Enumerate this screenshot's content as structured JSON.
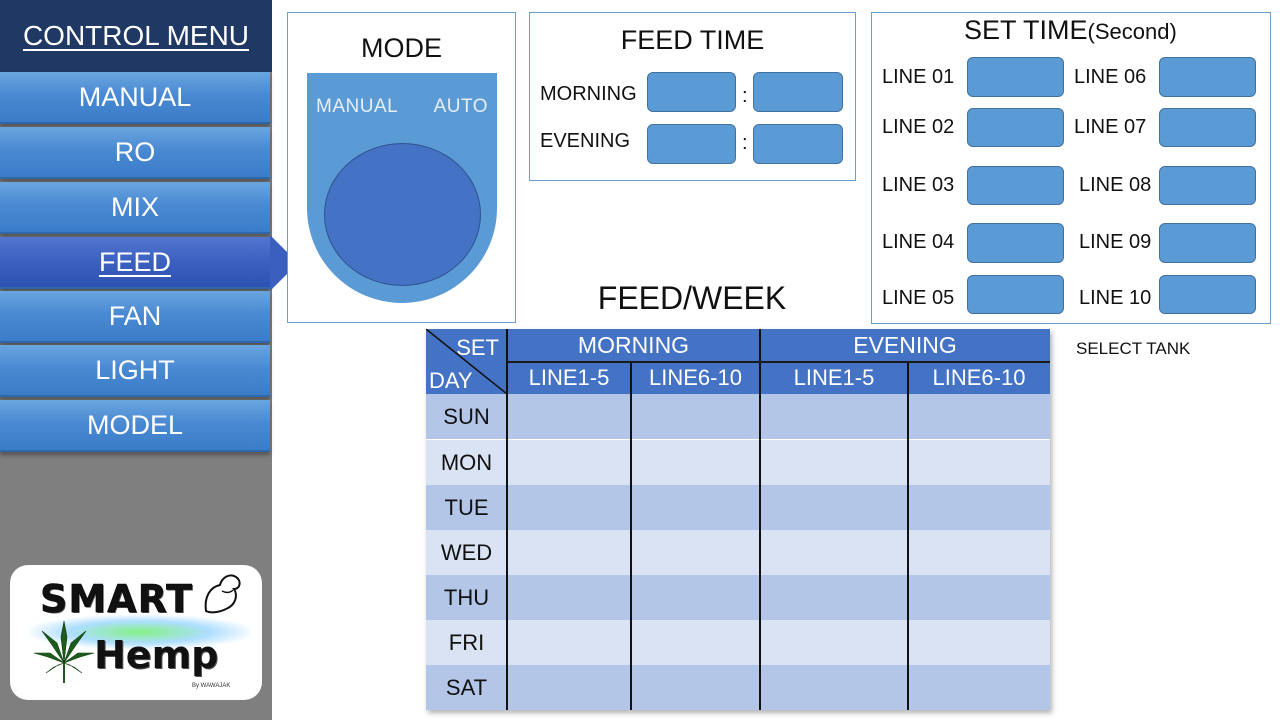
{
  "sidebar": {
    "title": "CONTROL MENU",
    "items": [
      {
        "label": "MANUAL",
        "active": false
      },
      {
        "label": "RO",
        "active": false
      },
      {
        "label": "MIX",
        "active": false
      },
      {
        "label": "FEED",
        "active": true
      },
      {
        "label": "FAN",
        "active": false
      },
      {
        "label": "LIGHT",
        "active": false
      },
      {
        "label": "MODEL",
        "active": false
      }
    ]
  },
  "logo": {
    "line1": "SMART",
    "line2": "Hemp",
    "byline": "By WAWAJAK"
  },
  "mode": {
    "title": "MODE",
    "manual_label": "MANUAL",
    "auto_label": "AUTO"
  },
  "feed_time": {
    "title": "FEED TIME",
    "morning_label": "MORNING",
    "evening_label": "EVENING",
    "separator": ":",
    "morning_hour": "",
    "morning_minute": "",
    "evening_hour": "",
    "evening_minute": ""
  },
  "set_time": {
    "title": "SET TIME",
    "unit": "(Second)",
    "lines": [
      {
        "label": "LINE 01",
        "value": ""
      },
      {
        "label": "LINE 02",
        "value": ""
      },
      {
        "label": "LINE 03",
        "value": ""
      },
      {
        "label": "LINE 04",
        "value": ""
      },
      {
        "label": "LINE 05",
        "value": ""
      },
      {
        "label": "LINE 06",
        "value": ""
      },
      {
        "label": "LINE 07",
        "value": ""
      },
      {
        "label": "LINE 08",
        "value": ""
      },
      {
        "label": "LINE 09",
        "value": ""
      },
      {
        "label": "LINE 10",
        "value": ""
      }
    ]
  },
  "feed_week": {
    "title": "FEED/WEEK",
    "corner_set": "SET",
    "corner_day": "DAY",
    "morning_header": "MORNING",
    "evening_header": "EVENING",
    "sub_headers": [
      "LINE1-5",
      "LINE6-10",
      "LINE1-5",
      "LINE6-10"
    ],
    "days": [
      "SUN",
      "MON",
      "TUE",
      "WED",
      "THU",
      "FRI",
      "SAT"
    ]
  },
  "select_tank_label": "SELECT TANK",
  "colors": {
    "sidebar_bg": "#7f7f7f",
    "menu_title_bg": "#1f3864",
    "menu_item": "#4a8ad3",
    "menu_active": "#3b5fbf",
    "field": "#5b9bd5",
    "table_header": "#4472c4",
    "row_dark": "#b4c6e7",
    "row_light": "#dae3f3"
  }
}
